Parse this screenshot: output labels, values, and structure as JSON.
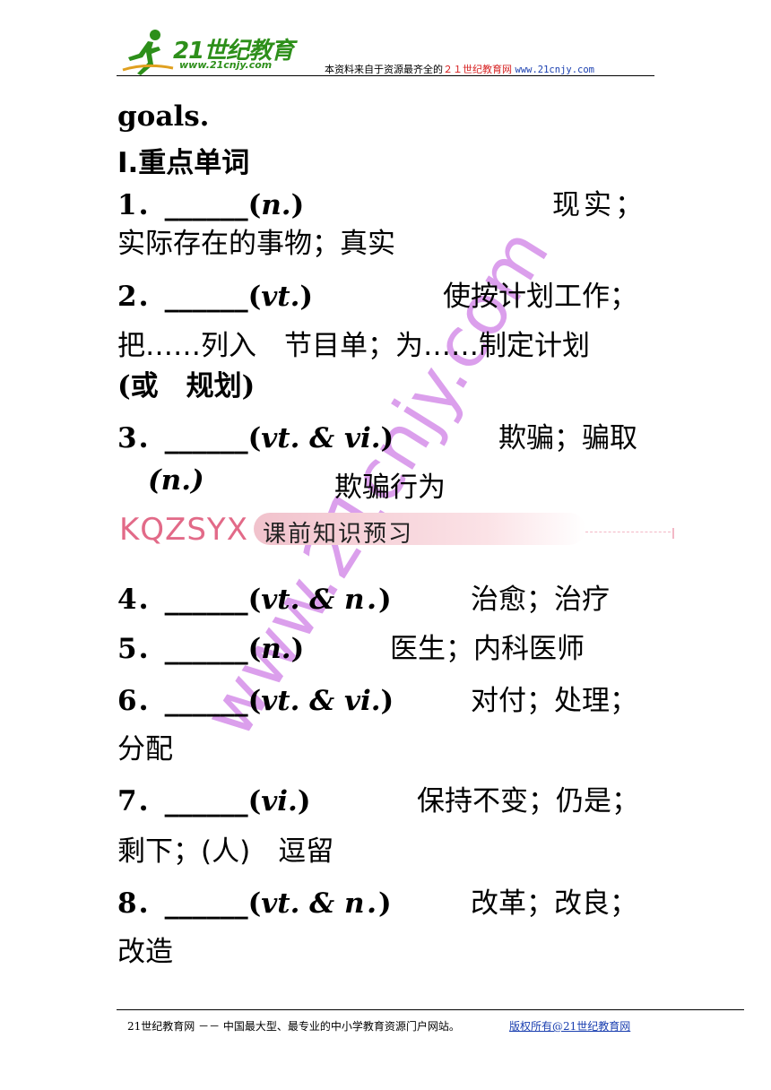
{
  "header": {
    "logo_brand": "21世纪教育",
    "logo_url": "www.21cnjy.com",
    "note_prefix": "本资料来自于资源最齐全的",
    "note_red": "２１世纪教育网",
    "note_url": "www.21cnjy.com"
  },
  "lines": {
    "goals": "goals.",
    "section": "Ⅰ.重点单词",
    "item1": {
      "num": "1．",
      "blank": "______",
      "pos_open": "(",
      "pos": "n.",
      "pos_close": ")",
      "def": "现实；",
      "def2": "实际存在的事物；真实"
    },
    "item2": {
      "num": "2．",
      "blank": "______",
      "pos_open": "(",
      "pos": "vt.",
      "pos_close": ")",
      "def": "使按计划工作；",
      "def2": "把……列入　节目单；为……制定计划",
      "def3": "(或　规划)"
    },
    "item3": {
      "num": "3．",
      "blank": "______",
      "pos_open": "(",
      "pos": "vt. & vi.",
      "pos_close": ")",
      "def": "欺骗；骗取",
      "pos2": "(n.)",
      "def2": "欺骗行为"
    },
    "item4": {
      "num": "4．",
      "blank": "______",
      "pos_open": "(",
      "pos": "vt. & n．",
      "pos_close": ")",
      "def": "治愈；治疗"
    },
    "item5": {
      "num": "5．",
      "blank": "______",
      "pos_open": "(",
      "pos": "n.",
      "pos_close": ")",
      "def": "医生；内科医师"
    },
    "item6": {
      "num": "6．",
      "blank": "______",
      "pos_open": "(",
      "pos": "vt. & vi.",
      "pos_close": ")",
      "def": "对付；处理；",
      "def2": "分配"
    },
    "item7": {
      "num": "7．",
      "blank": "______",
      "pos_open": "(",
      "pos": "vi.",
      "pos_close": ")",
      "def": "保持不变；仍是；",
      "def2": "剩下；(人)　逗留"
    },
    "item8": {
      "num": "8．",
      "blank": "______",
      "pos_open": "(",
      "pos": "vt. & n．",
      "pos_close": ")",
      "def": "改革；改良；",
      "def2": "改造"
    }
  },
  "banner": {
    "code": "KQZSYX",
    "title": "课前知识预习"
  },
  "watermark": "www.21cnjy.com",
  "footer": {
    "left": "21世纪教育网 －－ 中国最大型、最专业的中小学教育资源门户网站。",
    "right": "版权所有@21世纪教育网"
  }
}
